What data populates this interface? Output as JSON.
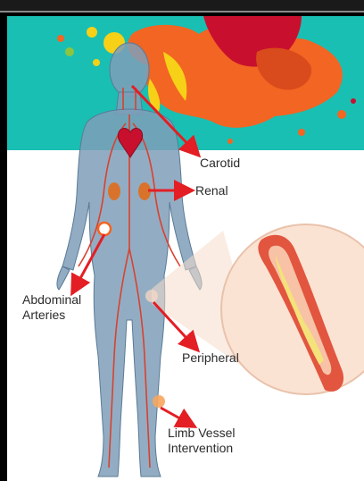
{
  "labels": {
    "carotid": "Carotid",
    "renal": "Renal",
    "abdominal_line1": "Abdominal",
    "abdominal_line2": "Arteries",
    "peripheral": "Peripheral",
    "limb_line1": "Limb Vessel",
    "limb_line2": "Intervention"
  },
  "colors": {
    "teal_background": "#1abfb3",
    "arrow_red": "#e31e24",
    "splash_orange": "#f26522",
    "splash_red": "#c8102e",
    "splash_yellow": "#f7d117",
    "vessel_red": "#e2553f",
    "plaque_yellow": "#f4e27a"
  }
}
